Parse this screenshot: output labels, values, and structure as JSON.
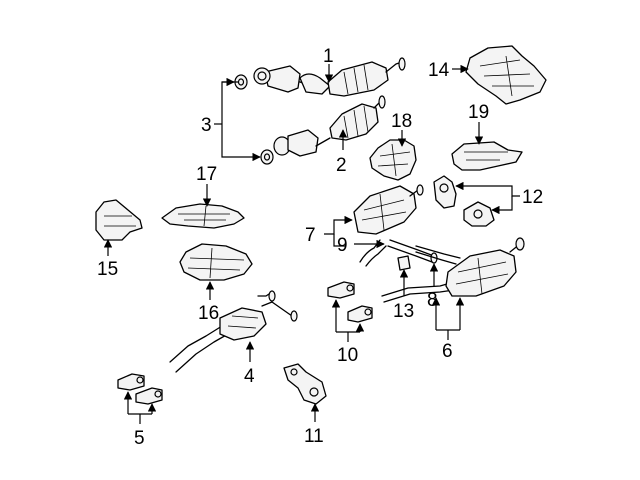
{
  "callouts": [
    {
      "id": "1",
      "label": "1"
    },
    {
      "id": "2",
      "label": "2"
    },
    {
      "id": "3",
      "label": "3"
    },
    {
      "id": "4",
      "label": "4"
    },
    {
      "id": "5",
      "label": "5"
    },
    {
      "id": "6",
      "label": "6"
    },
    {
      "id": "7",
      "label": "7"
    },
    {
      "id": "8",
      "label": "8"
    },
    {
      "id": "9",
      "label": "9"
    },
    {
      "id": "10",
      "label": "10"
    },
    {
      "id": "11",
      "label": "11"
    },
    {
      "id": "12",
      "label": "12"
    },
    {
      "id": "13",
      "label": "13"
    },
    {
      "id": "14",
      "label": "14"
    },
    {
      "id": "15",
      "label": "15"
    },
    {
      "id": "16",
      "label": "16"
    },
    {
      "id": "17",
      "label": "17"
    },
    {
      "id": "18",
      "label": "18"
    },
    {
      "id": "19",
      "label": "19"
    }
  ],
  "colors": {
    "line": "#000000",
    "part_fill": "#f4f4f4",
    "background": "#ffffff"
  }
}
